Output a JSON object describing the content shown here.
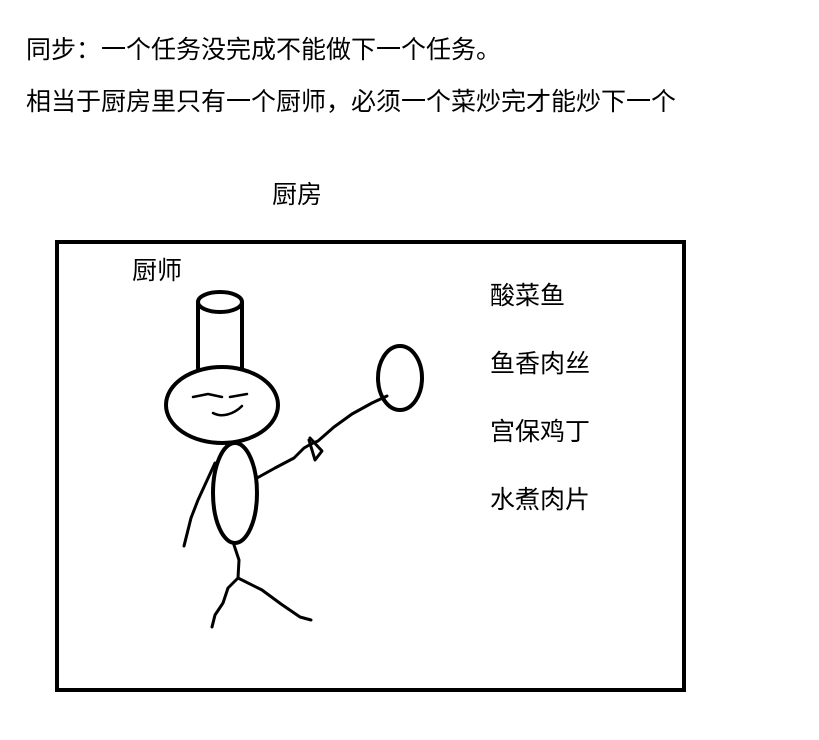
{
  "intro": {
    "line1": "同步：一个任务没完成不能做下一个任务。",
    "line2": "相当于厨房里只有一个厨师，必须一个菜炒完才能炒下一个"
  },
  "diagram": {
    "kitchen_label": "厨房",
    "chef_label": "厨师",
    "dishes": [
      "酸菜鱼",
      "鱼香肉丝",
      "宫保鸡丁",
      "水煮肉片"
    ]
  }
}
